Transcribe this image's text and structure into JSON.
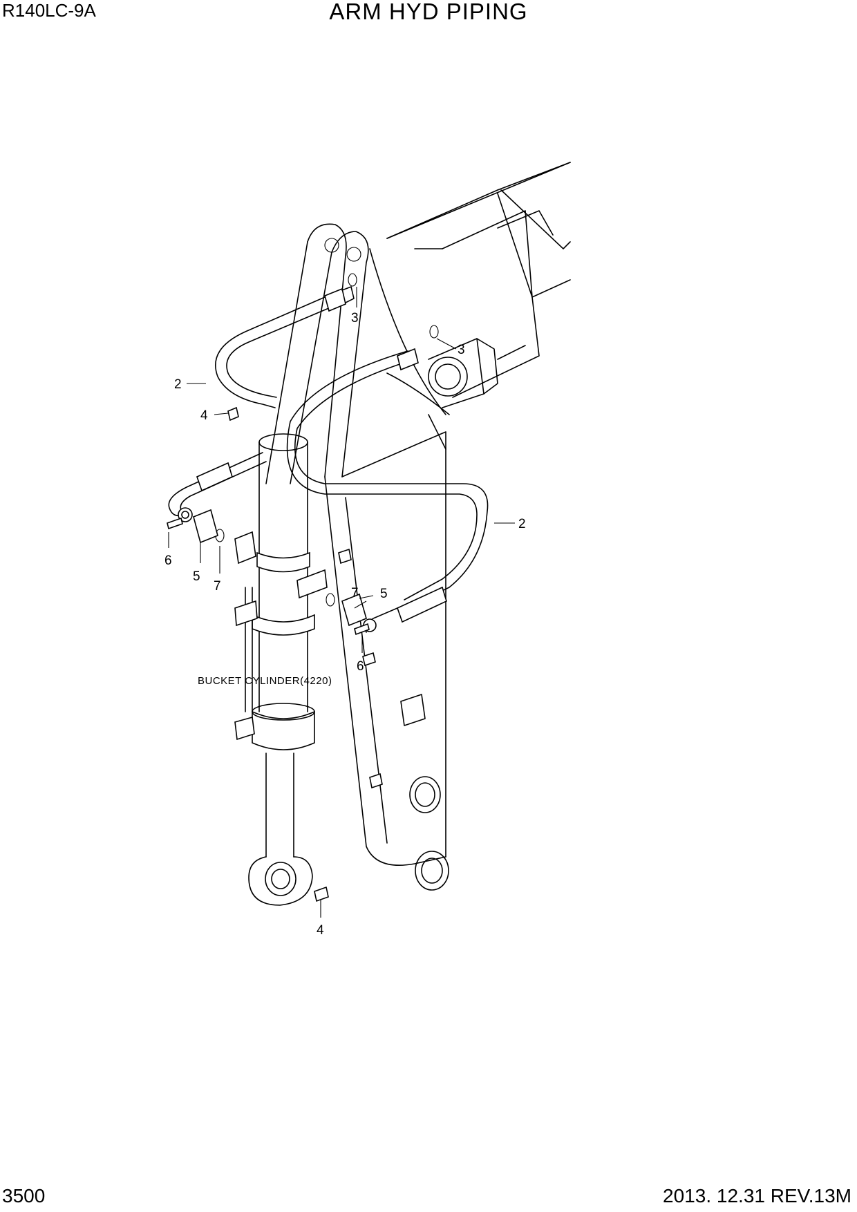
{
  "header": {
    "model": "R140LC-9A",
    "title": "ARM HYD PIPING"
  },
  "footer": {
    "page": "3500",
    "revision": "2013. 12.31  REV.13M"
  },
  "diagram": {
    "note": "BUCKET CYLINDER(4220)",
    "callouts": {
      "c2a": "2",
      "c2b": "2",
      "c3a": "3",
      "c3b": "3",
      "c4a": "4",
      "c4b": "4",
      "c5a": "5",
      "c5b": "5",
      "c6a": "6",
      "c6b": "6",
      "c7a": "7",
      "c7b": "7"
    }
  }
}
